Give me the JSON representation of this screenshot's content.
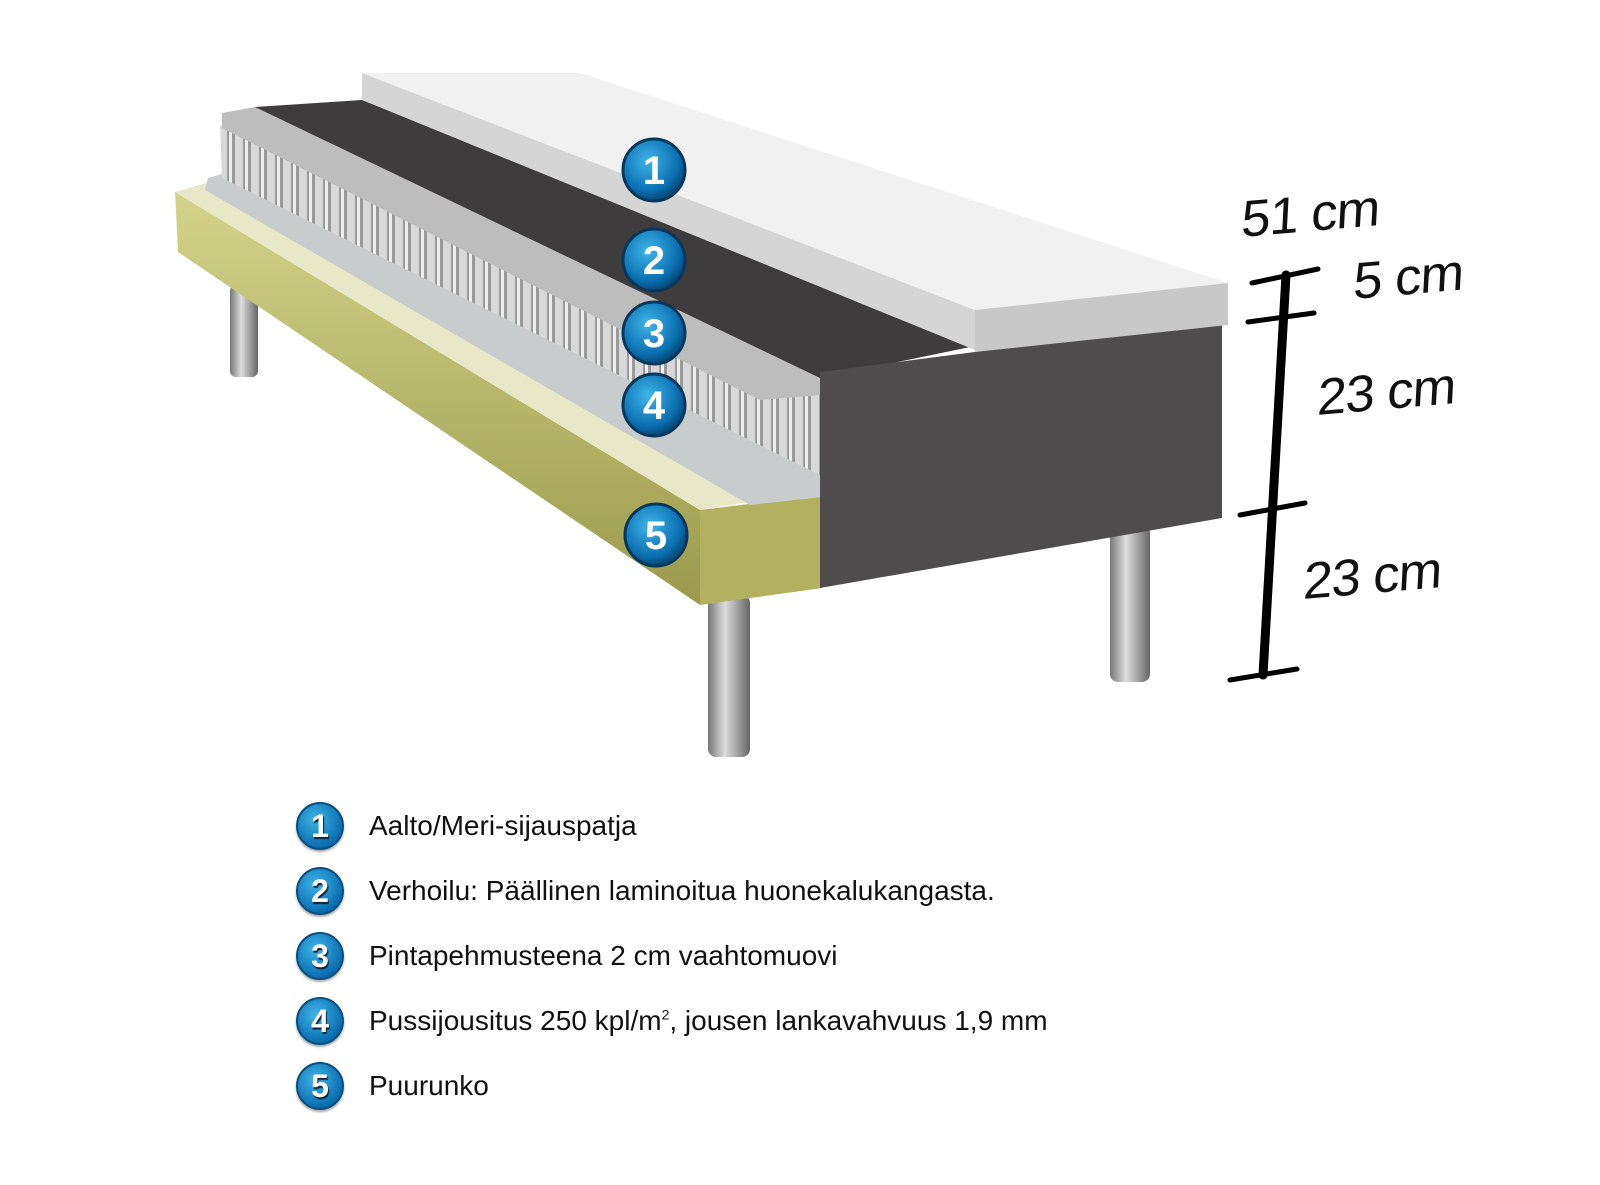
{
  "dimensions": {
    "total": "51 cm",
    "segments": [
      "5 cm",
      "23 cm",
      "23 cm"
    ]
  },
  "legend": [
    {
      "number": "1",
      "text": "Aalto/Meri-sijauspatja"
    },
    {
      "number": "2",
      "text": "Verhoilu: Päällinen laminoitua huonekalukangasta."
    },
    {
      "number": "3",
      "text": "Pintapehmusteena 2 cm vaahtomuovi"
    },
    {
      "number": "4",
      "text_before": "Pussijousitus 250 kpl/m",
      "superscript": "2",
      "text_after": ", jousen lankavahvuus 1,9 mm"
    },
    {
      "number": "5",
      "text": "Puurunko"
    }
  ],
  "colors": {
    "badge": "#0a6fb0",
    "upholstery": "#4a4749",
    "frame": "#b9b86a",
    "topper": "#eeeeee"
  }
}
